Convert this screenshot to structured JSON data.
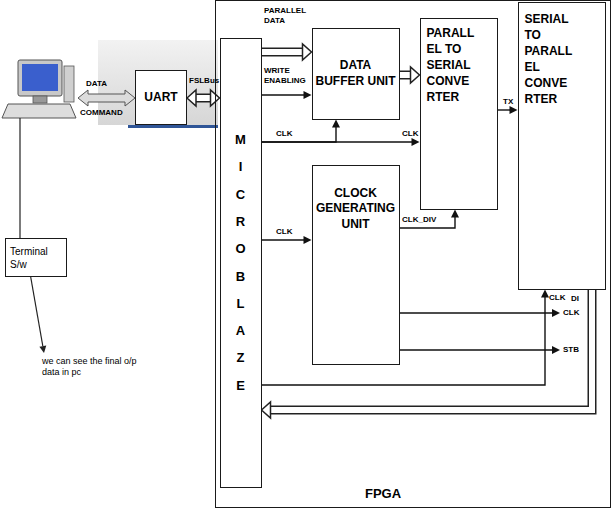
{
  "diagram": {
    "nodes": [
      {
        "text": [
          "UART"
        ]
      },
      {
        "text": [
          "Terminal S/w"
        ]
      },
      {
        "text": [
          "FPGA"
        ]
      },
      {
        "text": [
          "M I C R O B L A Z E"
        ],
        "in": 2
      },
      {
        "text": [
          "DATA BUFFER UNIT"
        ],
        "in": 2
      },
      {
        "text": [
          "PARALL EL TO SERIAL CONVE RTER"
        ],
        "in": 2
      },
      {
        "text": [
          "SERIAL TO PARALL EL CONVE RTER"
        ],
        "in": 2
      },
      {
        "text": [
          "CLOCK GENERATING UNIT"
        ],
        "in": 2
      }
    ],
    "edges": [
      {
        "from": 0,
        "to": 3,
        "arrow": "both",
        "label": "FSLBus"
      },
      {
        "from": 3,
        "to": 4,
        "arrow": "to",
        "label": "PARALLEL DATA"
      },
      {
        "from": 3,
        "to": 4,
        "arrow": "to",
        "label": "WRITE ENABLING"
      },
      {
        "from": 3,
        "to": 4,
        "arrow": "to",
        "label": "CLK"
      },
      {
        "from": 3,
        "to": 5,
        "arrow": "to",
        "label": "CLK"
      },
      {
        "from": 3,
        "to": 7,
        "arrow": "to",
        "label": "CLK"
      },
      {
        "from": 4,
        "to": 5,
        "arrow": "to"
      },
      {
        "from": 7,
        "to": 5,
        "arrow": "to",
        "label": "CLK_DIV"
      },
      {
        "from": 5,
        "to": 6,
        "arrow": "to",
        "label": "TX"
      },
      {
        "from": 3,
        "to": 6,
        "arrow": "to",
        "label": "CLK"
      },
      {
        "from": 6,
        "to": 3,
        "arrow": "to",
        "label": "DI"
      }
    ],
    "labels": [
      "DATA",
      "COMMAND",
      "we can see the final o/p data in pc",
      "CLK",
      "STB"
    ]
  }
}
